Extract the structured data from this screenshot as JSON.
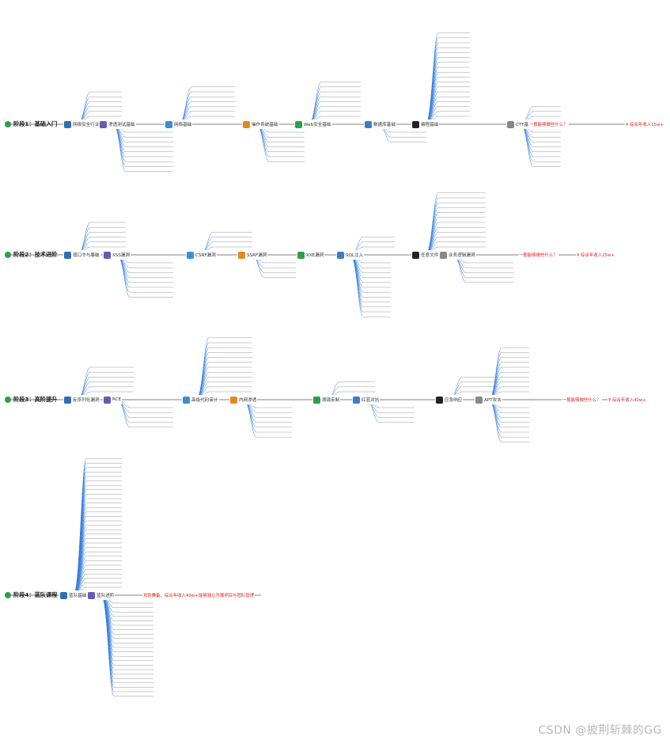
{
  "stages": [
    {
      "id": "s1",
      "label": "阶段1：基础入门",
      "chain": [
        "网络安全行业",
        "渗透测试基础",
        "网络基础",
        "操作系统基础",
        "Web安全基础",
        "数据库基础",
        "编程基础",
        "CTF基础"
      ],
      "goal": "一般能够做些什么？",
      "salary": "¥ 综合年收入15w+"
    },
    {
      "id": "s2",
      "label": "阶段2：技术进阶",
      "chain": [
        "弱口令与暴破",
        "XSS漏洞",
        "CSRF漏洞",
        "SSRF漏洞",
        "XXE漏洞",
        "SQL注入",
        "任意文件操作漏洞",
        "业务逻辑漏洞"
      ],
      "goal": "一般能够做些什么？",
      "salary": "¥ 综合年收入25w+"
    },
    {
      "id": "s3",
      "label": "阶段3：高阶提升",
      "chain": [
        "反序列化漏洞",
        "RCE",
        "高级代码审计",
        "内网渗透",
        "溯源反制",
        "红蓝对抗",
        "应急响应",
        "APT攻击"
      ],
      "goal": "一般能够做些什么？",
      "salary": "¥ 综合年收入40w+"
    },
    {
      "id": "s4",
      "label": "阶段4：蓝队课程",
      "chain": [
        "蓝队基础",
        "蓝队进阶"
      ],
      "goal": "攻防兼备，综合年收入40w+",
      "salary": "能够独立开展项目与团队管理"
    }
  ],
  "watermark": "CSDN @披荆斩棘的GG"
}
